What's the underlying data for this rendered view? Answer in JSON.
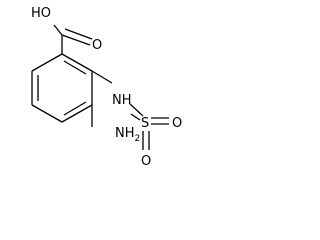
{
  "structure": {
    "type": "chemical-structure-diagram",
    "colors": {
      "ink": "#000000",
      "background": "#ffffff"
    },
    "labels": {
      "hydroxyl": "HO",
      "carbonyl_oxygen": "O",
      "amine_nh": "NH",
      "sulfur": "S",
      "sulfonyl_oxygen_right": "O",
      "sulfonyl_oxygen_bottom": "O",
      "sulfonamide_nh2": "NH",
      "sulfonamide_nh2_subscript": "2"
    }
  }
}
